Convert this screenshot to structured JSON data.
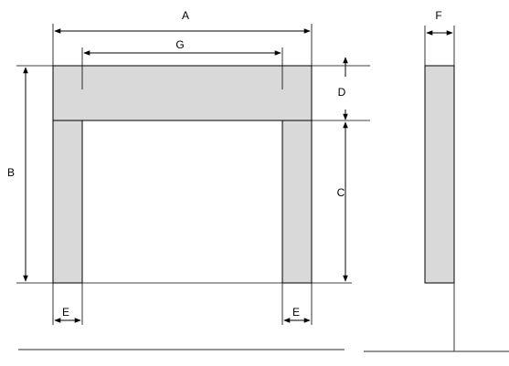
{
  "diagram": {
    "labels": {
      "a": "A",
      "b": "B",
      "c": "C",
      "d": "D",
      "e_left": "E",
      "e_right": "E",
      "f": "F",
      "g": "G"
    },
    "colors": {
      "part_fill": "#d9d9d9",
      "line": "#000000"
    }
  }
}
